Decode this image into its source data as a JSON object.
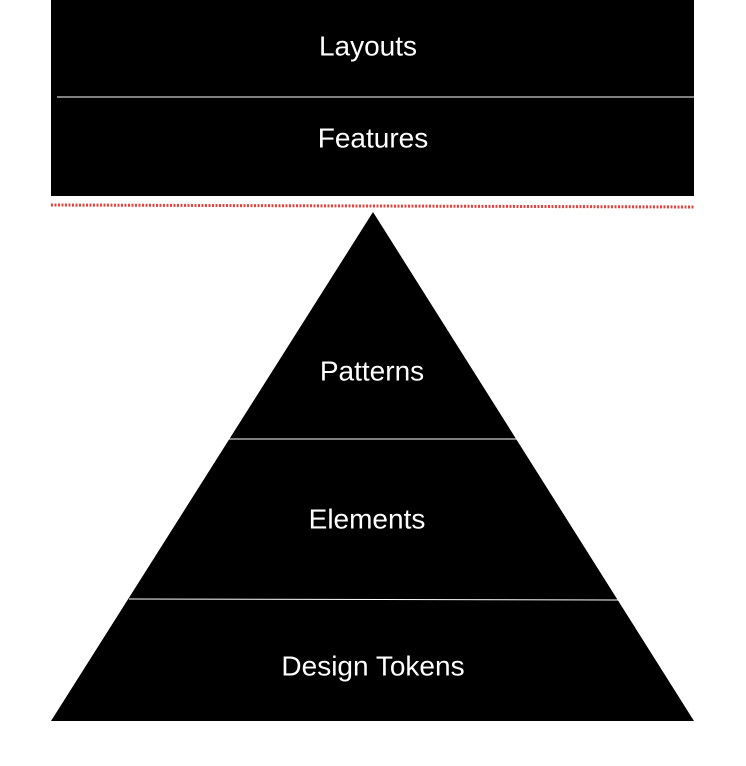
{
  "top_layers": [
    {
      "label": "Layouts"
    },
    {
      "label": "Features"
    }
  ],
  "pyramid_layers": [
    {
      "label": "Patterns"
    },
    {
      "label": "Elements"
    },
    {
      "label": "Design Tokens"
    }
  ],
  "colors": {
    "block": "#000000",
    "separator_line": "#ffffff",
    "boundary_line": "#e8413c",
    "background": "#ffffff",
    "text": "#ffffff"
  }
}
